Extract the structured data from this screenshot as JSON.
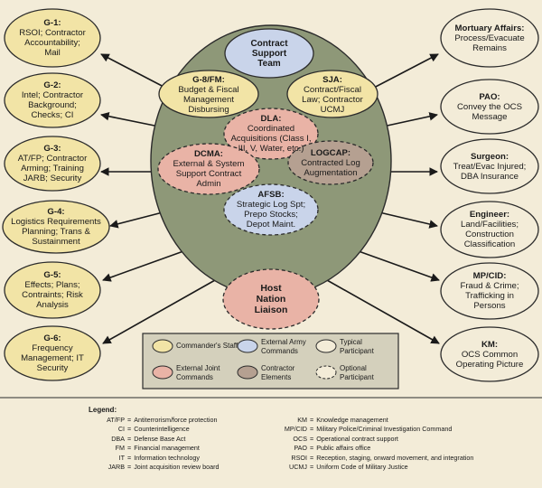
{
  "center": {
    "title": [
      "Contract",
      "Support",
      "Team"
    ],
    "g8": {
      "title": "G-8/FM:",
      "lines": [
        "Budget & Fiscal",
        "Management",
        "Disbursing"
      ]
    },
    "sja": {
      "title": "SJA:",
      "lines": [
        "Contract/Fiscal",
        "Law; Contractor",
        "UCMJ"
      ]
    },
    "dla": {
      "title": "DLA:",
      "lines": [
        "Coordinated",
        "Acquisitions (Class I,",
        "III, V, Water, etc.)"
      ]
    },
    "dcma": {
      "title": "DCMA:",
      "lines": [
        "External & System",
        "Support Contract",
        "Admin"
      ]
    },
    "logcap": {
      "title": "LOGCAP:",
      "lines": [
        "Contracted Log",
        "Augmentation"
      ]
    },
    "afsb": {
      "title": "AFSB:",
      "lines": [
        "Strategic Log Spt;",
        "Prepo Stocks;",
        "Depot Maint."
      ]
    }
  },
  "host_nation": [
    "Host",
    "Nation",
    "Liaison"
  ],
  "left_nodes": [
    {
      "title": "G-1:",
      "lines": [
        "RSOI; Contractor",
        "Accountability;",
        "Mail"
      ]
    },
    {
      "title": "G-2:",
      "lines": [
        "Intel; Contractor",
        "Background;",
        "Checks; CI"
      ]
    },
    {
      "title": "G-3:",
      "lines": [
        "AT/FP; Contractor",
        "Arming; Training",
        "JARB; Security"
      ]
    },
    {
      "title": "G-4:",
      "lines": [
        "Logistics Requirements",
        "Planning; Trans &",
        "Sustainment"
      ]
    },
    {
      "title": "G-5:",
      "lines": [
        "Effects; Plans;",
        "Contraints; Risk",
        "Analysis"
      ]
    },
    {
      "title": "G-6:",
      "lines": [
        "Frequency",
        "Management; IT",
        "Security"
      ]
    }
  ],
  "right_nodes": [
    {
      "title": "Mortuary Affairs:",
      "lines": [
        "Process/Evacuate",
        "Remains"
      ]
    },
    {
      "title": "PAO:",
      "lines": [
        "Convey the OCS",
        "Message"
      ]
    },
    {
      "title": "Surgeon:",
      "lines": [
        "Treat/Evac Injured;",
        "DBA Insurance"
      ]
    },
    {
      "title": "Engineer:",
      "lines": [
        "Land/Facilities;",
        "Construction",
        "Classification"
      ]
    },
    {
      "title": "MP/CID:",
      "lines": [
        "Fraud & Crime;",
        "Trafficking in",
        "Persons"
      ]
    },
    {
      "title": "KM:",
      "lines": [
        "OCS Common",
        "Operating Picture"
      ]
    }
  ],
  "key": {
    "commanders_staff": "Commander's Staff",
    "external_army": [
      "External Army",
      "Commands"
    ],
    "typical": [
      "Typical",
      "Participant"
    ],
    "external_joint": [
      "External Joint",
      "Commands"
    ],
    "contractor_elements": [
      "Contractor",
      "Elements"
    ],
    "optional": [
      "Optional",
      "Participant"
    ]
  },
  "legend": {
    "title": "Legend:",
    "left": [
      {
        "abbr": "AT/FP",
        "def": "Antiterrorism/force protection"
      },
      {
        "abbr": "CI",
        "def": "Counterintelligence"
      },
      {
        "abbr": "DBA",
        "def": "Defense Base Act"
      },
      {
        "abbr": "FM",
        "def": "Financial management"
      },
      {
        "abbr": "IT",
        "def": "Information technology"
      },
      {
        "abbr": "JARB",
        "def": "Joint acquisition review board"
      }
    ],
    "right": [
      {
        "abbr": "KM",
        "def": "Knowledge management"
      },
      {
        "abbr": "MP/CID",
        "def": "Military Police/Criminal Investigation Command"
      },
      {
        "abbr": "OCS",
        "def": "Operational contract support"
      },
      {
        "abbr": "PAO",
        "def": "Public affairs office"
      },
      {
        "abbr": "RSOI",
        "def": "Reception, staging, onward movement, and integration"
      },
      {
        "abbr": "UCMJ",
        "def": "Uniform Code of Military Justice"
      }
    ]
  },
  "colors": {
    "background": "#f3ecd8",
    "center_circle": "#8e9878",
    "staff_yellow": "#f2e4a6",
    "army_blue": "#c9d4ea",
    "joint_pink": "#e9b3a6",
    "contractor_taupe": "#b5a091",
    "outline": "#2b2b2b"
  }
}
